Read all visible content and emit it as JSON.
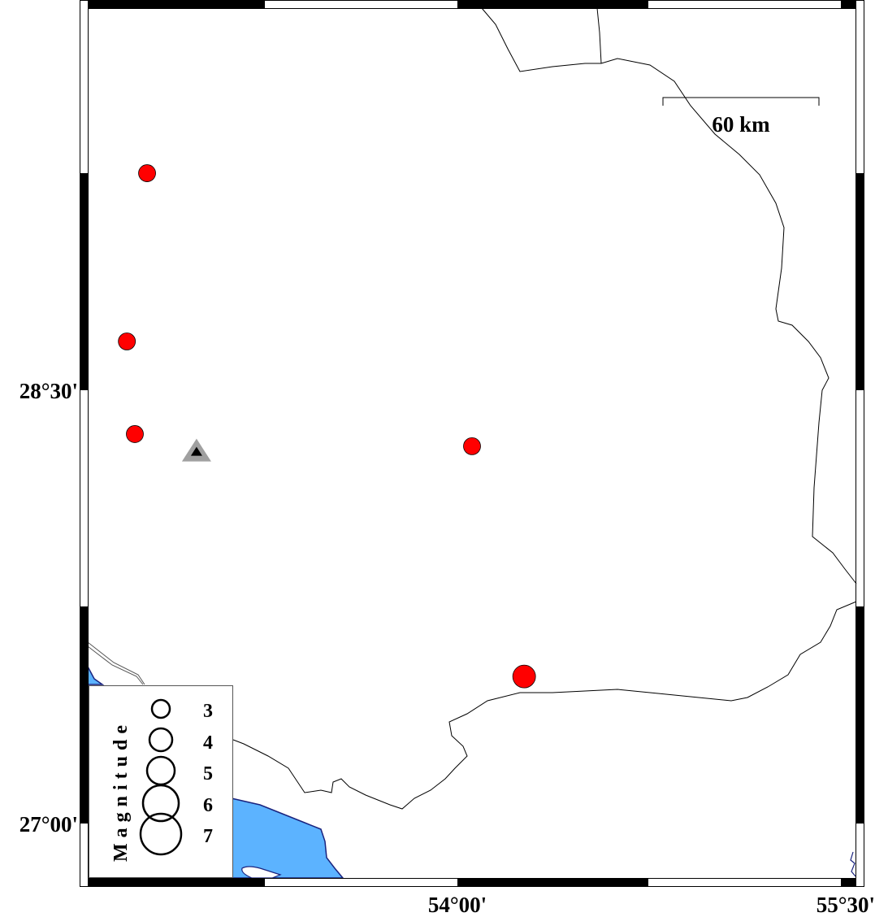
{
  "map": {
    "axis_labels": {
      "lat_28_30": "28°30'",
      "lat_27_00": "27°00'",
      "lon_54_00": "54°00'",
      "lon_55_30": "55°30'"
    },
    "scale_bar": {
      "label": "60 km",
      "length_km": 60
    },
    "colors": {
      "water": "#5cb3ff",
      "event": "#ff0000",
      "station": "#a0a0a0",
      "coast": "#000000"
    },
    "events": [
      {
        "lon": 52.833,
        "lat": 29.252,
        "magnitude": 3
      },
      {
        "lon": 52.757,
        "lat": 28.669,
        "magnitude": 3
      },
      {
        "lon": 52.787,
        "lat": 28.348,
        "magnitude": 3
      },
      {
        "lon": 54.055,
        "lat": 28.306,
        "magnitude": 3
      },
      {
        "lon": 54.251,
        "lat": 27.508,
        "magnitude": 4
      }
    ],
    "station": {
      "lon": 53.019,
      "lat": 28.287
    },
    "legend": {
      "title": "Magnitude",
      "entries": [
        "3",
        "4",
        "5",
        "6",
        "7"
      ]
    }
  }
}
